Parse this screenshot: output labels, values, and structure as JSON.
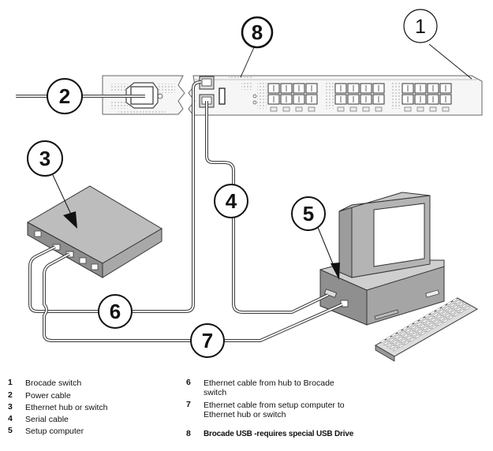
{
  "diagram": {
    "title": "Brocade switch setup connection diagram",
    "colors": {
      "device_fill": "#f4f4f4",
      "device_stroke": "#555555",
      "hub_top": "#b9b9b9",
      "hub_side": "#8d8d8d",
      "computer_body": "#a0a0a0",
      "cable": "#7a7a7a",
      "callout_stroke": "#111111"
    },
    "callouts": [
      {
        "id": "1",
        "label": "1"
      },
      {
        "id": "2",
        "label": "2"
      },
      {
        "id": "3",
        "label": "3"
      },
      {
        "id": "4",
        "label": "4"
      },
      {
        "id": "5",
        "label": "5"
      },
      {
        "id": "6",
        "label": "6"
      },
      {
        "id": "7",
        "label": "7"
      },
      {
        "id": "8",
        "label": "8"
      }
    ]
  },
  "legend": {
    "left": [
      {
        "num": "1",
        "label": "Brocade switch"
      },
      {
        "num": "2",
        "label": "Power cable"
      },
      {
        "num": "3",
        "label": "Ethernet hub or switch"
      },
      {
        "num": "4",
        "label": "Serial cable"
      },
      {
        "num": "5",
        "label": "Setup computer"
      }
    ],
    "right": [
      {
        "num": "6",
        "label": "Ethernet cable from hub to Brocade switch",
        "line1": "Ethernet cable from hub to Brocade",
        "line2": "switch"
      },
      {
        "num": "7",
        "label": "Ethernet cable from setup computer to Ethernet hub or switch",
        "line1": "Ethernet cable from setup computer to",
        "line2": "Ethernet hub or switch"
      },
      {
        "num": "8",
        "label": "Brocade USB -requires special USB Drive"
      }
    ]
  }
}
